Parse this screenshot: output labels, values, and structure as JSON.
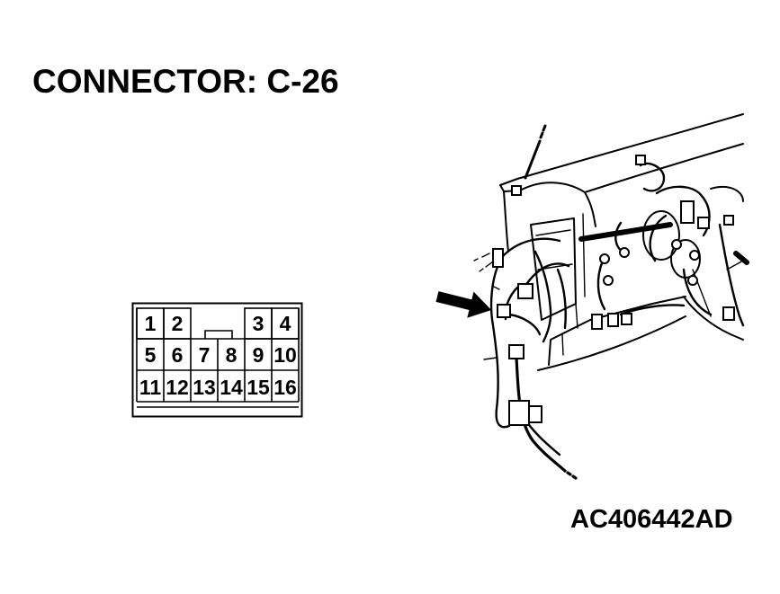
{
  "title": "CONNECTOR: C-26",
  "connector": {
    "rows": [
      [
        "1",
        "2",
        "3",
        "4"
      ],
      [
        "5",
        "6",
        "7",
        "8",
        "9",
        "10"
      ],
      [
        "11",
        "12",
        "13",
        "14",
        "15",
        "16"
      ]
    ]
  },
  "figure_code": "AC406442AD",
  "icons": {
    "pointer": "arrow-right-icon"
  },
  "colors": {
    "ink": "#000000",
    "background": "#ffffff"
  }
}
